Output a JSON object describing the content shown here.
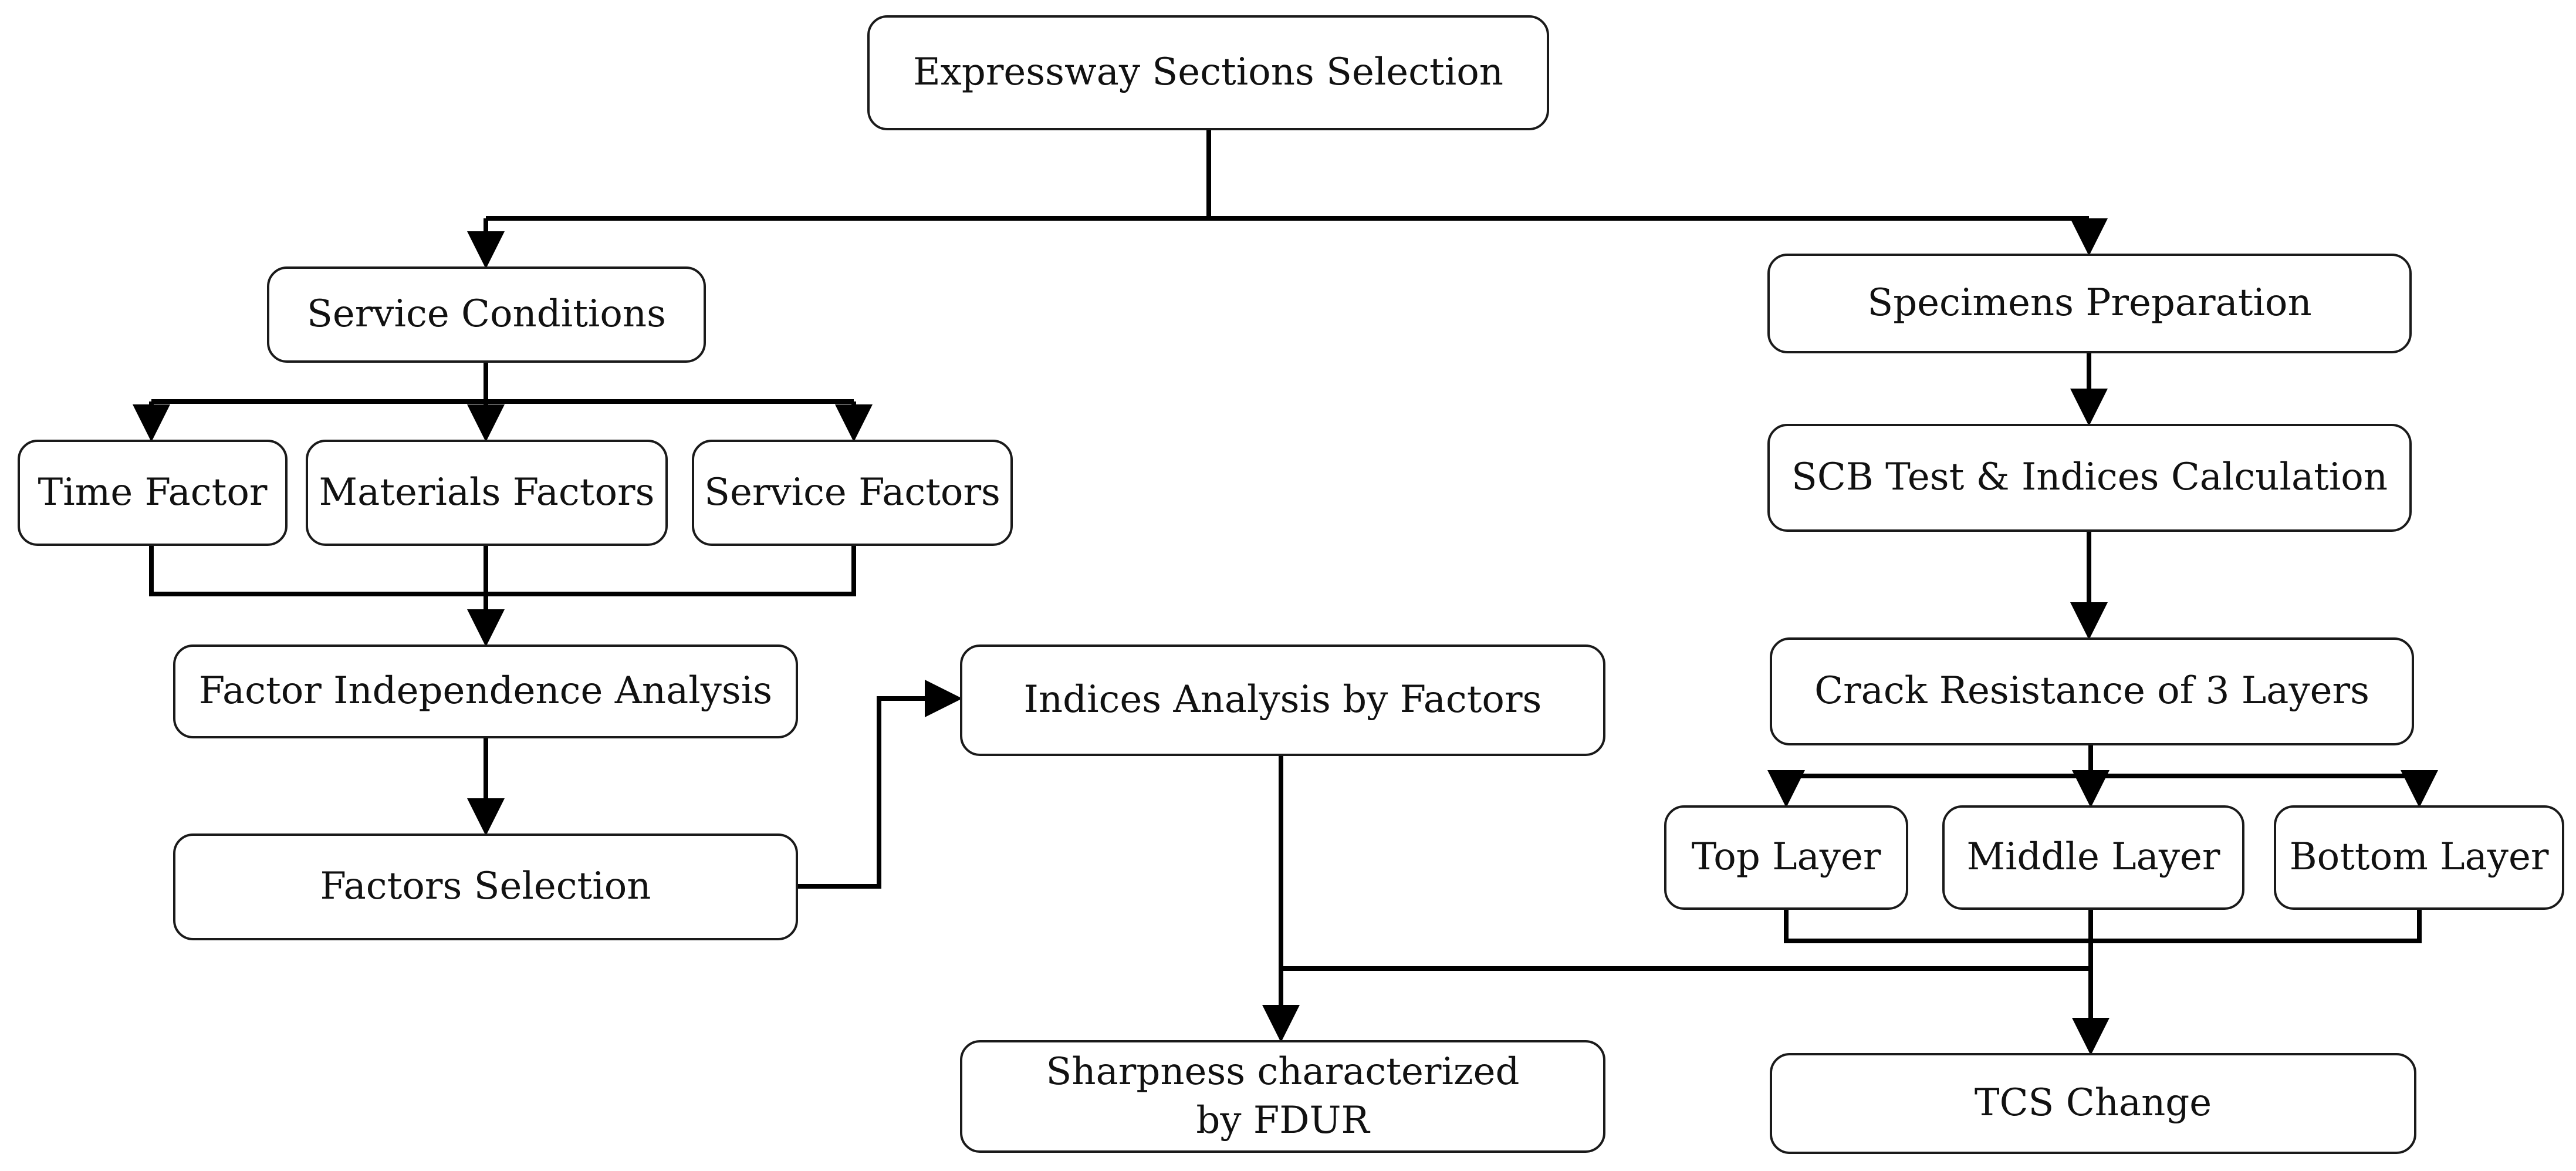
{
  "diagram": {
    "nodes": {
      "expressway_sections": "Expressway Sections Selection",
      "service_conditions": "Service Conditions",
      "time_factor": "Time Factor",
      "materials_factors": "Materials Factors",
      "service_factors": "Service Factors",
      "factor_independence": "Factor Independence Analysis",
      "factors_selection": "Factors Selection",
      "indices_analysis": "Indices Analysis by Factors",
      "sharpness": "Sharpness characterized\nby FDUR",
      "specimens_preparation": "Specimens Preparation",
      "scb_test": "SCB Test & Indices Calculation",
      "crack_resistance": "Crack Resistance of 3 Layers",
      "top_layer": "Top Layer",
      "middle_layer": "Middle Layer",
      "bottom_layer": "Bottom Layer",
      "tcs_change": "TCS Change"
    }
  }
}
